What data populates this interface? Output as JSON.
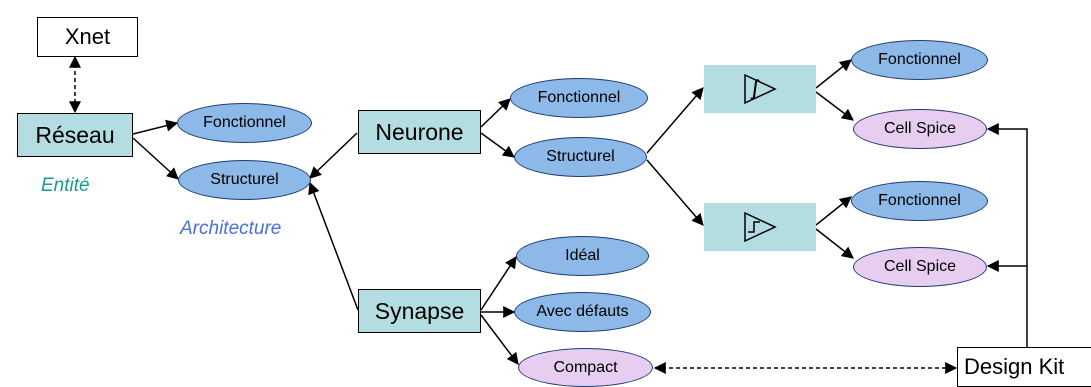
{
  "nodes": {
    "xnet": "Xnet",
    "reseau": "Réseau",
    "neurone": "Neurone",
    "synapse": "Synapse",
    "design_kit": "Design Kit",
    "fonctionnel_1": "Fonctionnel",
    "structurel_1": "Structurel",
    "fonctionnel_2": "Fonctionnel",
    "structurel_2": "Structurel",
    "ideal": "Idéal",
    "avec_defauts": "Avec défauts",
    "compact": "Compact",
    "fonctionnel_3": "Fonctionnel",
    "cell_spice_1": "Cell Spice",
    "fonctionnel_4": "Fonctionnel",
    "cell_spice_2": "Cell Spice"
  },
  "labels": {
    "entite": "Entité",
    "architecture": "Architecture"
  },
  "colors": {
    "teal_box": "#b3dde0",
    "blue_ellipse": "#8cb9e8",
    "purple_ellipse": "#e7cdef",
    "entite_text": "#1a9a8a",
    "architecture_text": "#4a6fe0"
  },
  "icons": {
    "integrator": "integrator-symbol-icon",
    "step": "step-comparator-symbol-icon"
  }
}
